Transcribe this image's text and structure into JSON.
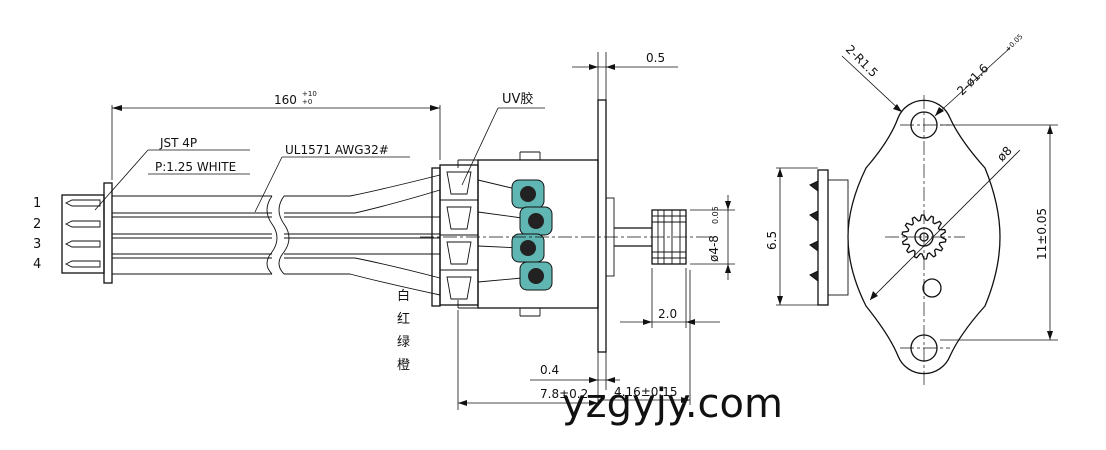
{
  "side_view": {
    "pin_numbers": [
      "1",
      "2",
      "3",
      "4"
    ],
    "connector_spec": "JST 4P",
    "connector_pitch": "P:1.25 WHITE",
    "cable_spec": "UL1571 AWG32#",
    "cable_length_main": "160",
    "cable_length_tol_upper": "+10",
    "cable_length_tol_lower": "+0",
    "uv_glue_label": "UV胶",
    "wire_colors": [
      "白",
      "红",
      "绿",
      "橙"
    ],
    "shaft_diameter": "ø4-8",
    "shaft_diameter_tol": "0.05",
    "flange_thickness": "0.5",
    "gear_width": "2.0",
    "gap_dim": "0.4",
    "body_length": "7.8±0.2",
    "shaft_length": "4.16±0.15"
  },
  "front_view": {
    "hole_radius": "2-R1.5",
    "hole_diameter": "2-ø1.6",
    "hole_diameter_tol": "+0.05",
    "body_diameter": "ø8",
    "height_dim": "11±0.05",
    "terminal_span": "6.5"
  },
  "watermark": "yzgyjy.com",
  "colors": {
    "line": "#111111",
    "terminal_fill": "#5fb6b3",
    "background": "#ffffff"
  }
}
